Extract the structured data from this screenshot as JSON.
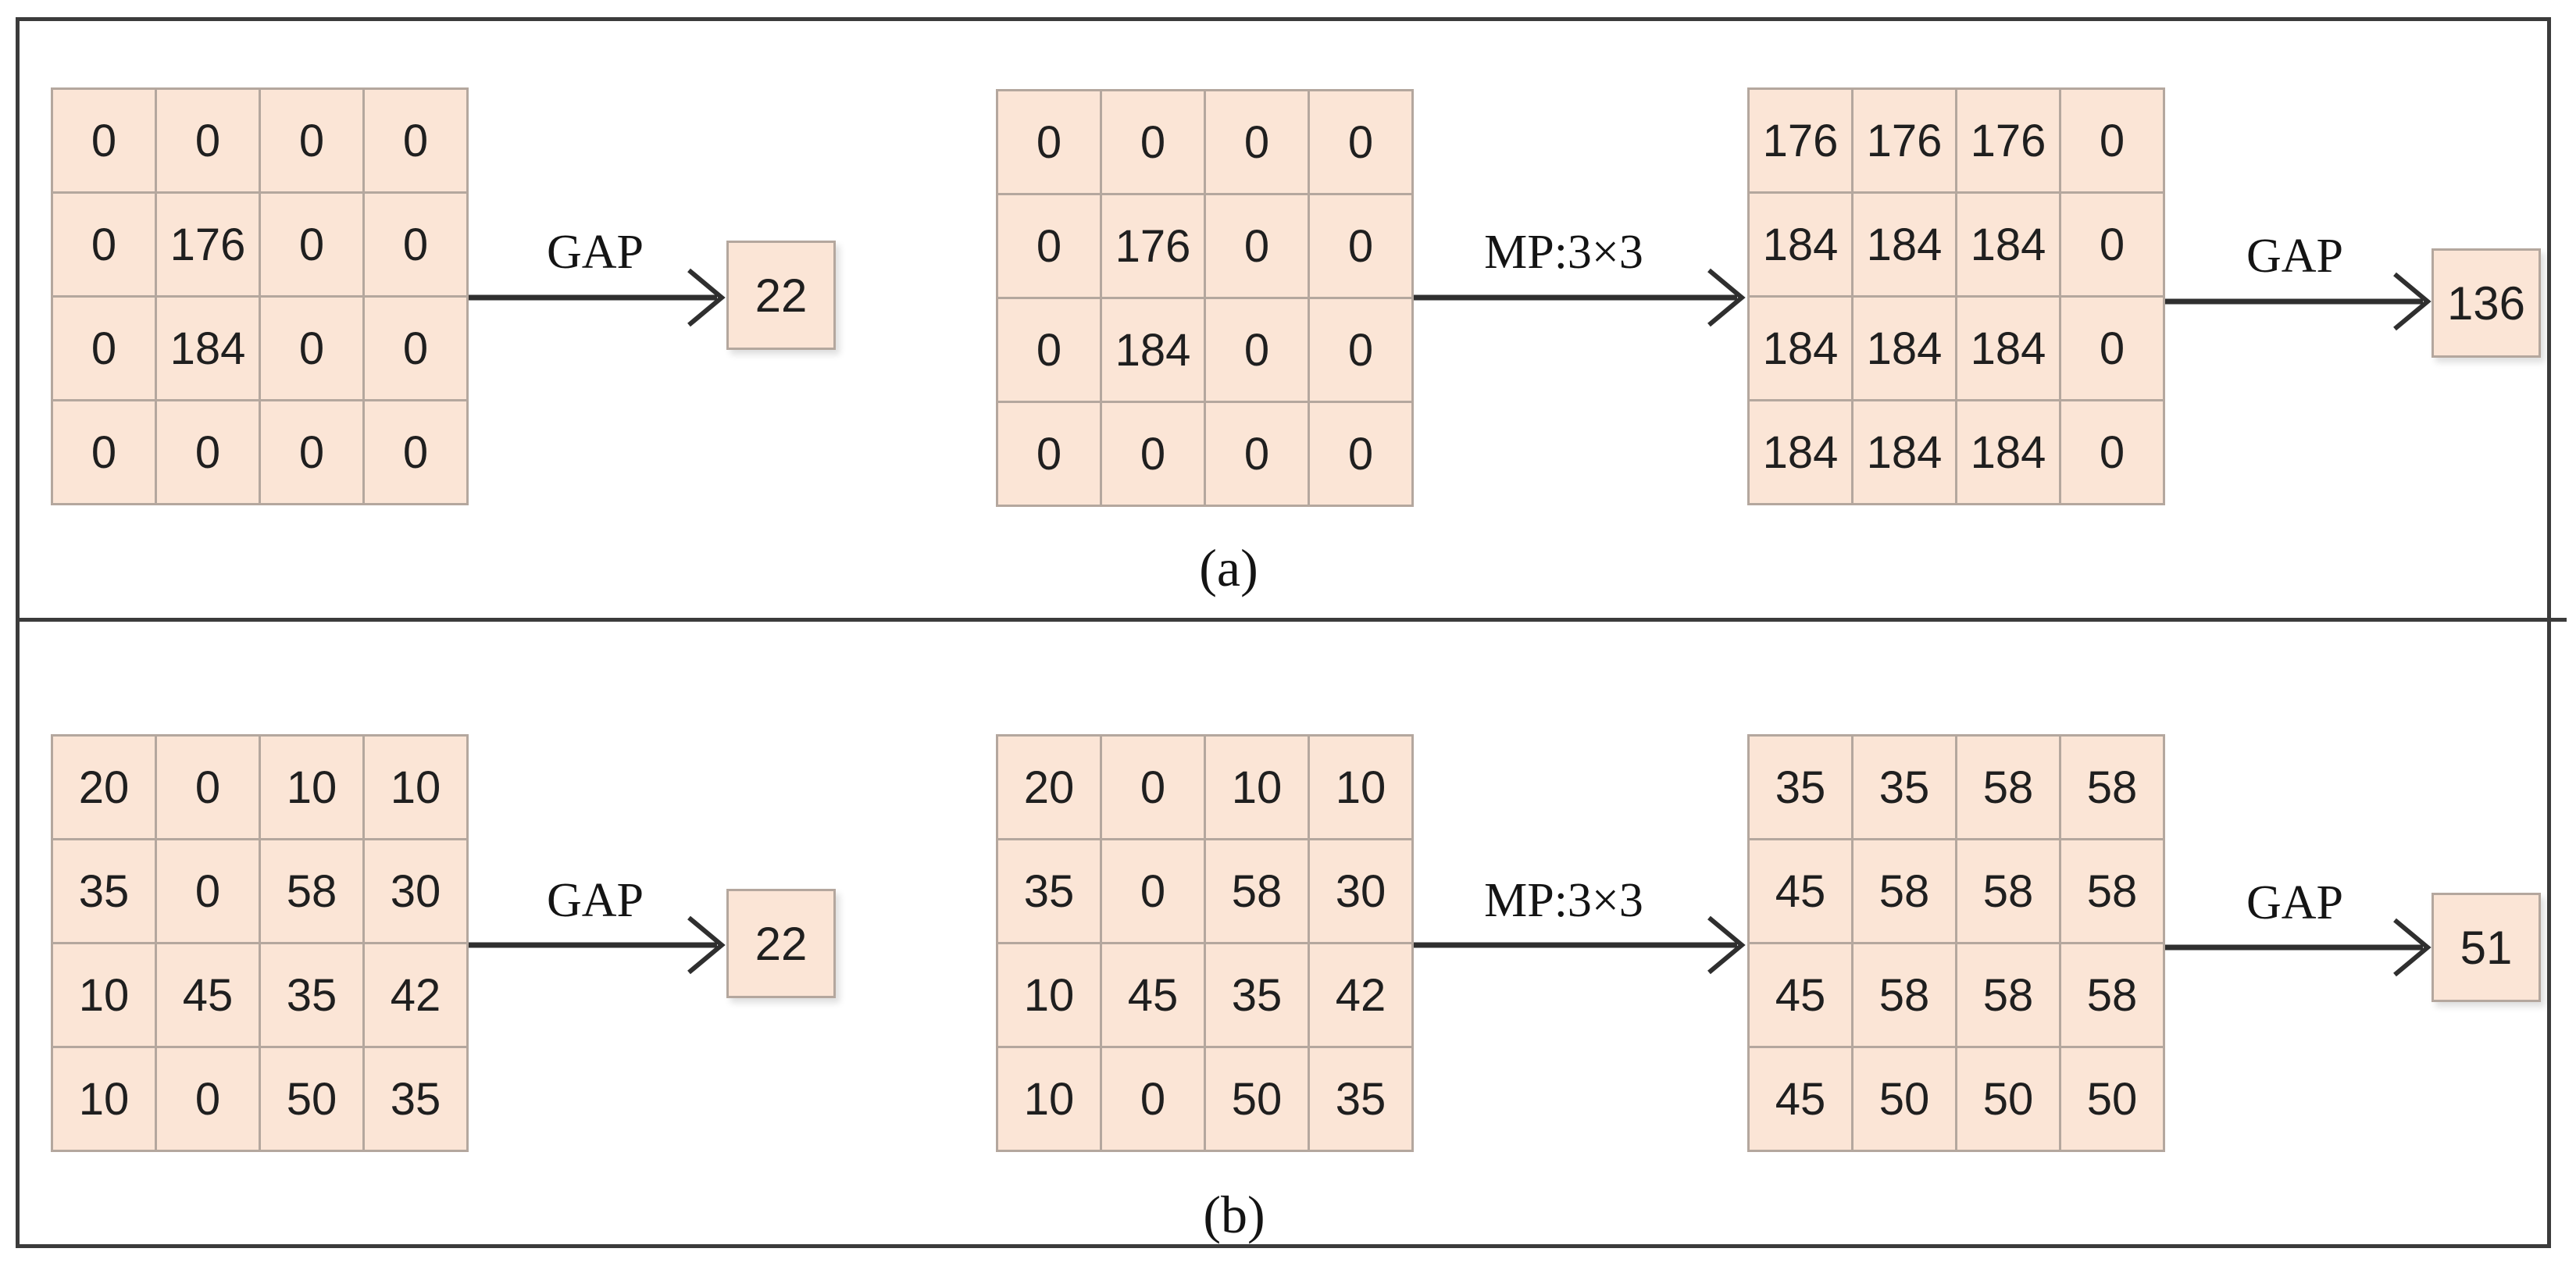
{
  "colors": {
    "cell_fill": "#fbe5d6",
    "cell_border": "#b4a79e",
    "line_color": "#2f2f2f"
  },
  "sections": [
    {
      "caption": "(a)",
      "input_matrix": [
        [
          0,
          0,
          0,
          0
        ],
        [
          0,
          176,
          0,
          0
        ],
        [
          0,
          184,
          0,
          0
        ],
        [
          0,
          0,
          0,
          0
        ]
      ],
      "gap1": {
        "label": "GAP",
        "result": "22"
      },
      "mp": {
        "label": "MP:3×3"
      },
      "pooled_matrix": [
        [
          176,
          176,
          176,
          0
        ],
        [
          184,
          184,
          184,
          0
        ],
        [
          184,
          184,
          184,
          0
        ],
        [
          184,
          184,
          184,
          0
        ]
      ],
      "gap2": {
        "label": "GAP",
        "result": "136"
      }
    },
    {
      "caption": "(b)",
      "input_matrix": [
        [
          20,
          0,
          10,
          10
        ],
        [
          35,
          0,
          58,
          30
        ],
        [
          10,
          45,
          35,
          42
        ],
        [
          10,
          0,
          50,
          35
        ]
      ],
      "gap1": {
        "label": "GAP",
        "result": "22"
      },
      "mp": {
        "label": "MP:3×3"
      },
      "pooled_matrix": [
        [
          35,
          35,
          58,
          58
        ],
        [
          45,
          58,
          58,
          58
        ],
        [
          45,
          58,
          58,
          58
        ],
        [
          45,
          50,
          50,
          50
        ]
      ],
      "gap2": {
        "label": "GAP",
        "result": "51"
      }
    }
  ]
}
